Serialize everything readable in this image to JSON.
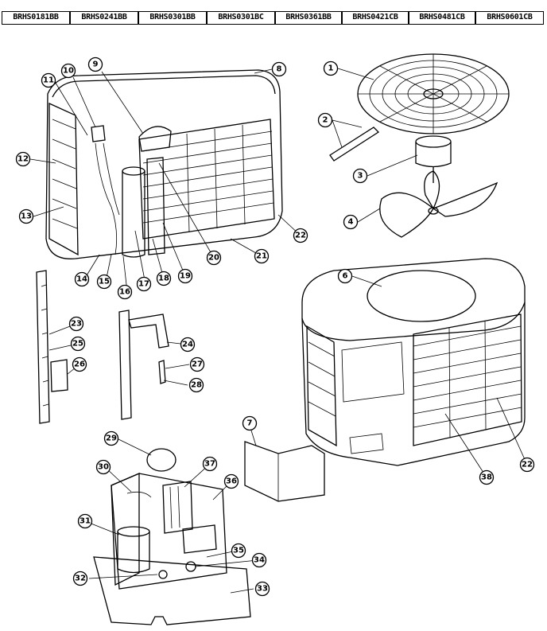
{
  "model_numbers": [
    "BRHS0181BB",
    "BRHS0241BB",
    "BRHS0301BB",
    "BRHS0301BC",
    "BRHS0361BB",
    "BRHS0421CB",
    "BRHS0481CB",
    "BRHS0601CB"
  ],
  "callouts": [
    "1",
    "2",
    "3",
    "4",
    "6",
    "7",
    "8",
    "9",
    "10",
    "11",
    "12",
    "13",
    "14",
    "15",
    "16",
    "17",
    "18",
    "19",
    "20",
    "21",
    "22",
    "22",
    "23",
    "24",
    "25",
    "26",
    "27",
    "28",
    "29",
    "30",
    "31",
    "32",
    "33",
    "34",
    "35",
    "36",
    "37",
    "38"
  ]
}
